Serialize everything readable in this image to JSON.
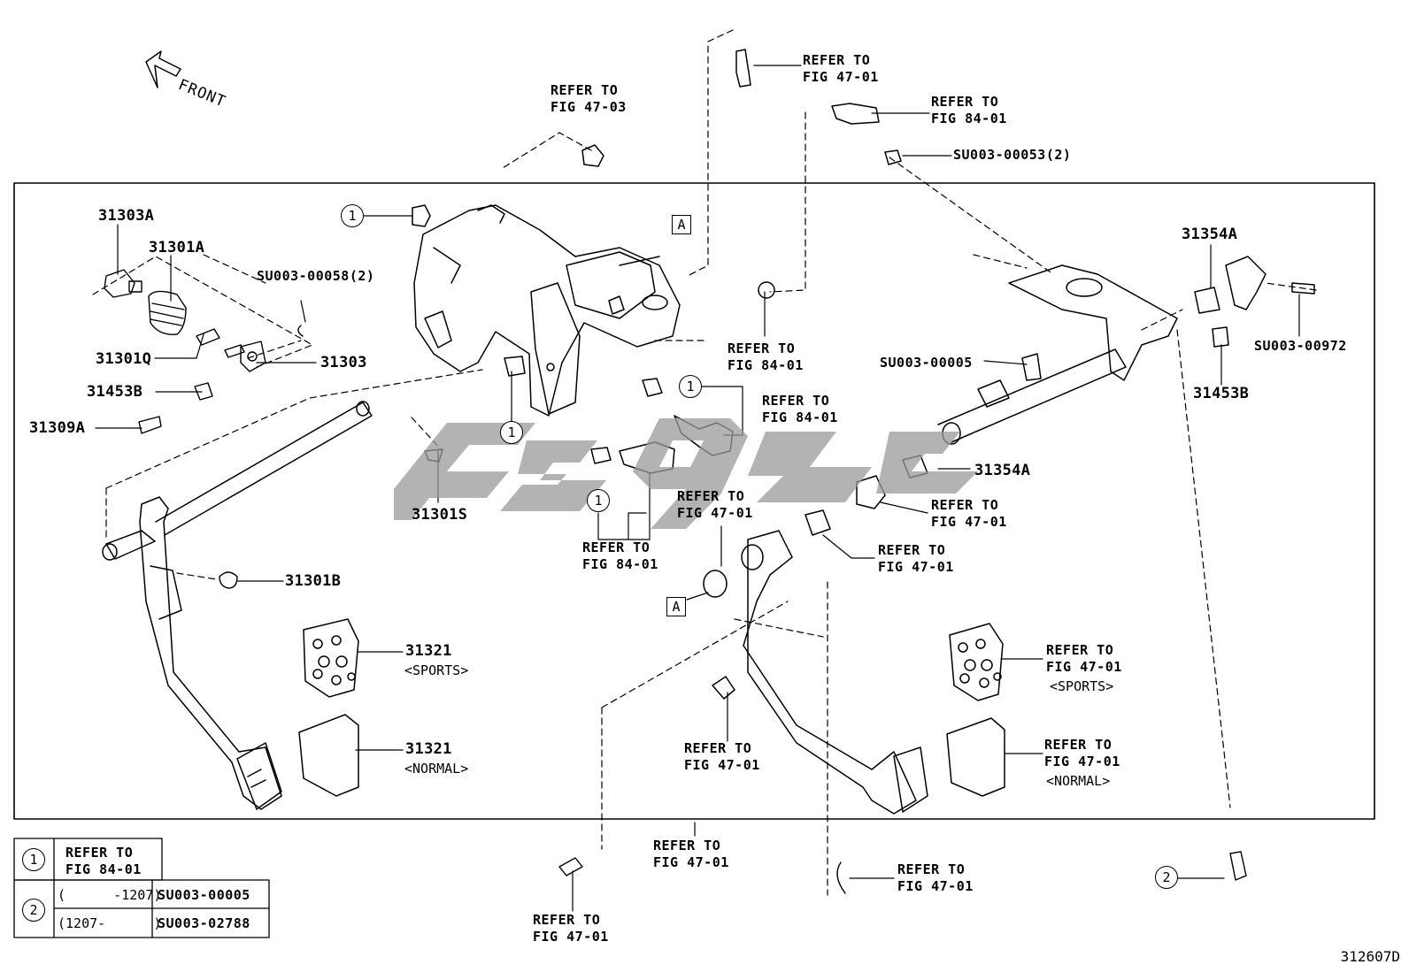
{
  "front_label": "FRONT",
  "figure_id": "312607D",
  "box_letters": {
    "a_top": "A",
    "a_bottom": "A"
  },
  "callout_numbers": {
    "one": "1",
    "two": "2"
  },
  "labels": {
    "refer_47_01_top": "REFER TO\nFIG 47-01",
    "refer_47_03": "REFER TO\nFIG 47-03",
    "refer_84_01_top": "REFER TO\nFIG 84-01",
    "su003_00053": "SU003-00053(2)",
    "p31303a": "31303A",
    "p31301a": "31301A",
    "su003_00058": "SU003-00058(2)",
    "p31301q": "31301Q",
    "p31303": "31303",
    "p31453b_left": "31453B",
    "p31309a": "31309A",
    "p31354a_top": "31354A",
    "su003_00972": "SU003-00972",
    "p31453b_right": "31453B",
    "refer_84_01_mid": "REFER TO\nFIG 84-01",
    "su003_00005": "SU003-00005",
    "refer_84_01_sw": "REFER TO\nFIG 84-01",
    "p31354a_mid": "31354A",
    "refer_47_01_spring": "REFER TO\nFIG 47-01",
    "refer_47_01_bush": "REFER TO\nFIG 47-01",
    "refer_47_01_center": "REFER TO\nFIG 47-01",
    "refer_84_01_sw2": "REFER TO\nFIG 84-01",
    "p31301s": "31301S",
    "p31301b": "31301B",
    "p31321_sports": "31321",
    "sports": "<SPORTS>",
    "p31321_normal": "31321",
    "normal": "<NORMAL>",
    "refer_47_01_stop": "REFER TO\nFIG 47-01",
    "refer_47_01_pad_sports": "REFER TO\nFIG 47-01",
    "refer_47_01_pad_normal": "REFER TO\nFIG 47-01",
    "refer_47_01_bottom_mid": "REFER TO\nFIG 47-01",
    "refer_47_01_bottom_left": "REFER TO\nFIG 47-01",
    "refer_47_01_bottom_right": "REFER TO\nFIG 47-01"
  },
  "legend": {
    "row1_ref": "REFER TO\nFIG 84-01",
    "row2a_range": "(      -1207)",
    "row2a_part": "SU003-00005",
    "row2b_range": "(1207-      )",
    "row2b_part": "SU003-02788"
  }
}
